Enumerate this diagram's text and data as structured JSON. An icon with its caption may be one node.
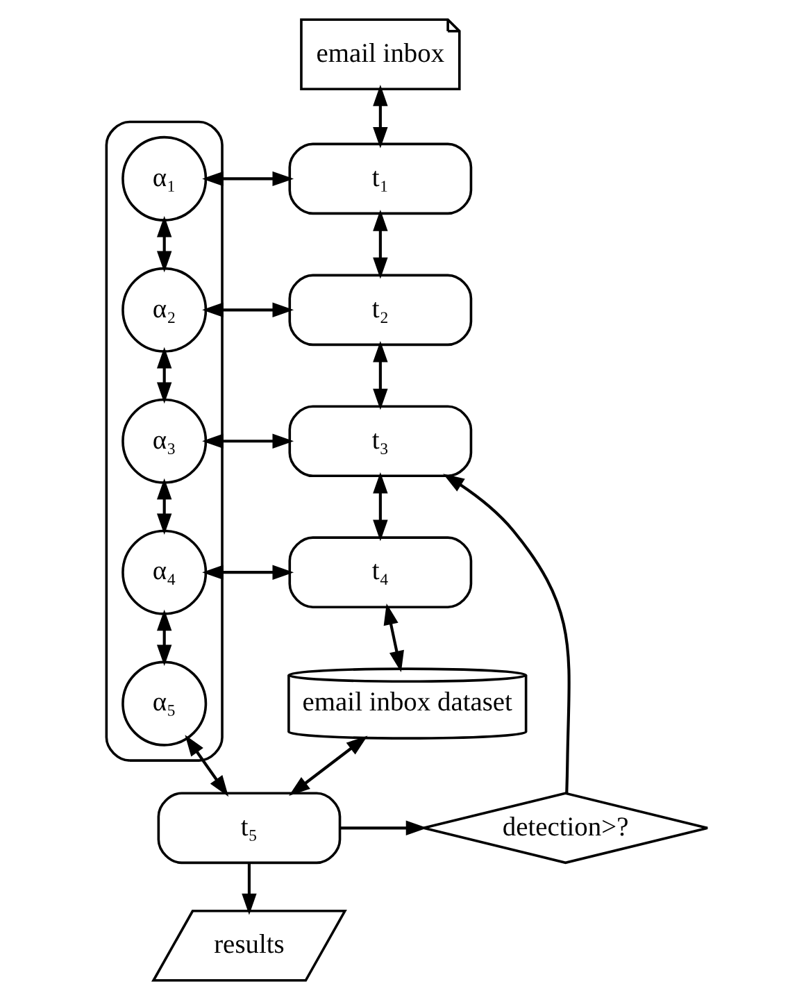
{
  "diagram": {
    "nodes": [
      {
        "text": [],
        "shape": "box"
      },
      {
        "text": [
          "α₁"
        ],
        "in": 0
      },
      {
        "text": [
          "α₂"
        ],
        "in": 0
      },
      {
        "text": [
          "α₃"
        ],
        "in": 0
      },
      {
        "text": [
          "α₄"
        ],
        "in": 0
      },
      {
        "text": [
          "α₅"
        ],
        "in": 0
      },
      {
        "text": [
          "email inbox"
        ]
      },
      {
        "text": [
          "t₁"
        ]
      },
      {
        "text": [
          "t₂"
        ]
      },
      {
        "text": [
          "t₃"
        ]
      },
      {
        "text": [
          "t₄"
        ]
      },
      {
        "text": [
          "email inbox dataset"
        ]
      },
      {
        "text": [
          "t₅"
        ]
      },
      {
        "text": [
          "detection>?"
        ]
      },
      {
        "text": [
          "results"
        ]
      }
    ],
    "edges": [
      {
        "from": 6,
        "to": 7,
        "arrow": "both"
      },
      {
        "from": 1,
        "to": 7,
        "arrow": "both"
      },
      {
        "from": 1,
        "to": 2,
        "arrow": "both"
      },
      {
        "from": 7,
        "to": 8,
        "arrow": "both"
      },
      {
        "from": 2,
        "to": 8,
        "arrow": "both"
      },
      {
        "from": 2,
        "to": 3,
        "arrow": "both"
      },
      {
        "from": 8,
        "to": 9,
        "arrow": "both"
      },
      {
        "from": 3,
        "to": 9,
        "arrow": "both"
      },
      {
        "from": 3,
        "to": 4,
        "arrow": "both"
      },
      {
        "from": 9,
        "to": 10,
        "arrow": "both"
      },
      {
        "from": 4,
        "to": 10,
        "arrow": "both"
      },
      {
        "from": 4,
        "to": 5,
        "arrow": "both"
      },
      {
        "from": 10,
        "to": 11,
        "arrow": "both"
      },
      {
        "from": 11,
        "to": 12,
        "arrow": "both"
      },
      {
        "from": 5,
        "to": 12,
        "arrow": "both"
      },
      {
        "from": 12,
        "to": 13,
        "arrow": "to"
      },
      {
        "from": 13,
        "to": 9,
        "arrow": "to"
      },
      {
        "from": 12,
        "to": 14,
        "arrow": "to"
      }
    ]
  }
}
